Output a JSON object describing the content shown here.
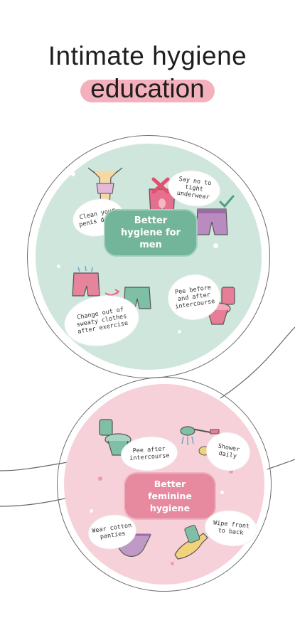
{
  "title": {
    "line1": "Intimate hygiene",
    "line2": "education"
  },
  "men": {
    "heading": "Better hygiene for men",
    "tips": [
      "Clean your penis daily",
      "Say no to tight underwear",
      "Change out of sweaty clothes after exercise",
      "Pee before and after intercourse"
    ]
  },
  "women": {
    "heading": "Better feminine hygiene",
    "tips": [
      "Pee after intercourse",
      "Shower daily",
      "Wear cotton panties",
      "Wipe front to back"
    ]
  },
  "colors": {
    "men_bg": "#cfe6dd",
    "men_accent": "#73b59a",
    "women_bg": "#f7d1d9",
    "women_accent": "#e78aa0",
    "title_highlight": "#f2a3b1"
  }
}
